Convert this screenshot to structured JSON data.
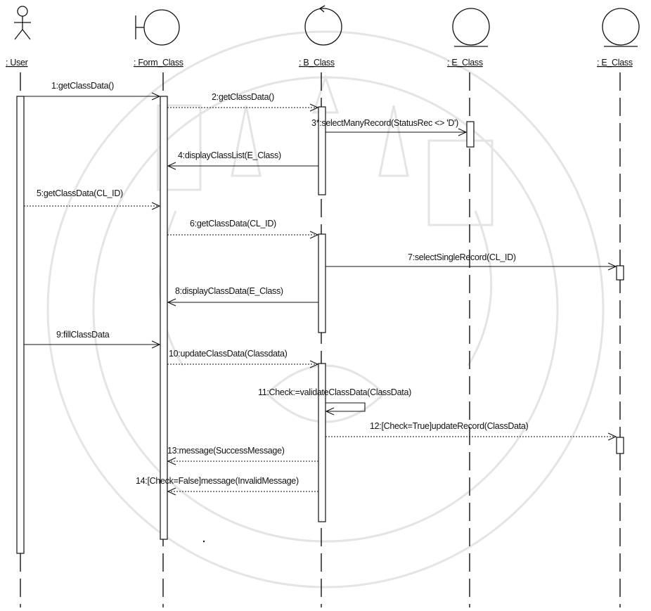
{
  "diagram": {
    "type": "sequence",
    "participants": [
      {
        "id": "user",
        "label": ": User",
        "kind": "actor"
      },
      {
        "id": "form",
        "label": ": Form_Class",
        "kind": "boundary"
      },
      {
        "id": "b",
        "label": ": B_Class",
        "kind": "control"
      },
      {
        "id": "e1",
        "label": ": E_Class",
        "kind": "entity"
      },
      {
        "id": "e2",
        "label": ": E_Class",
        "kind": "entity"
      }
    ],
    "messages": [
      {
        "text": "1:getClassData()",
        "from": "user",
        "to": "form",
        "style": "solid"
      },
      {
        "text": "2:getClassData()",
        "from": "form",
        "to": "b",
        "style": "dotted"
      },
      {
        "text": "3*:selectManyRecord(StatusRec <> 'D')",
        "from": "b",
        "to": "e1",
        "style": "solid"
      },
      {
        "text": "4:displayClassList(E_Class)",
        "from": "b",
        "to": "form",
        "style": "solid"
      },
      {
        "text": "5:getClassData(CL_ID)",
        "from": "user",
        "to": "form",
        "style": "dotted"
      },
      {
        "text": "6:getClassData(CL_ID)",
        "from": "form",
        "to": "b",
        "style": "dotted"
      },
      {
        "text": "7:selectSingleRecord(CL_ID)",
        "from": "b",
        "to": "e2",
        "style": "solid"
      },
      {
        "text": "8:displayClassData(E_Class)",
        "from": "b",
        "to": "form",
        "style": "solid"
      },
      {
        "text": "9:fillClassData",
        "from": "user",
        "to": "form",
        "style": "solid"
      },
      {
        "text": "10:updateClassData(Classdata)",
        "from": "form",
        "to": "b",
        "style": "dotted"
      },
      {
        "text": "11:Check:=validateClassData(ClassData)",
        "from": "b",
        "to": "b",
        "style": "solid"
      },
      {
        "text": "12:[Check=True]updateRecord(ClassData)",
        "from": "b",
        "to": "e2",
        "style": "dotted"
      },
      {
        "text": "13:message(SuccessMessage)",
        "from": "b",
        "to": "form",
        "style": "dotted"
      },
      {
        "text": "14:[Check=False]message(InvalidMessage)",
        "from": "b",
        "to": "form",
        "style": "dotted"
      }
    ]
  },
  "colors": {
    "line": "#111111",
    "watermark": "#c9c9c9"
  }
}
